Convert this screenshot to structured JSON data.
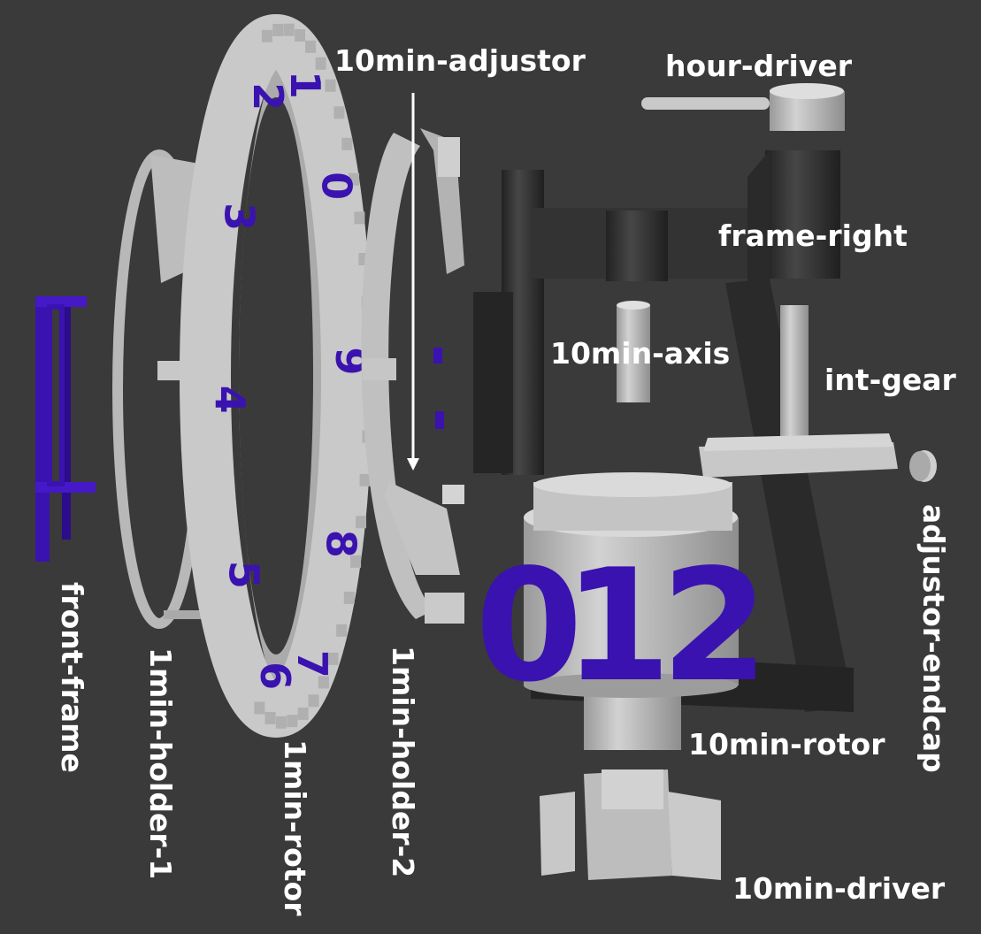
{
  "labels": {
    "ten_min_adjustor": "10min-adjustor",
    "hour_driver": "hour-driver",
    "frame_right": "frame-right",
    "ten_min_axis": "10min-axis",
    "int_gear": "int-gear",
    "adjustor_endcap": "adjustor-endcap",
    "ten_min_rotor": "10min-rotor",
    "ten_min_driver": "10min-driver",
    "front_frame": "front-frame",
    "one_min_holder_1": "1min-holder-1",
    "one_min_rotor": "1min-rotor",
    "one_min_holder_2": "1min-holder-2"
  },
  "ring_digits": [
    "2",
    "1",
    "0",
    "9",
    "8",
    "7",
    "6",
    "5",
    "4",
    "3"
  ],
  "drum_digits": [
    "0",
    "1",
    "2"
  ],
  "colors": {
    "background": "#3a3a3a",
    "part_grey": "#c4c4c4",
    "frame_dark": "#2b2b2b",
    "digit_purple": "#3a12b0",
    "label_white": "#ffffff"
  }
}
